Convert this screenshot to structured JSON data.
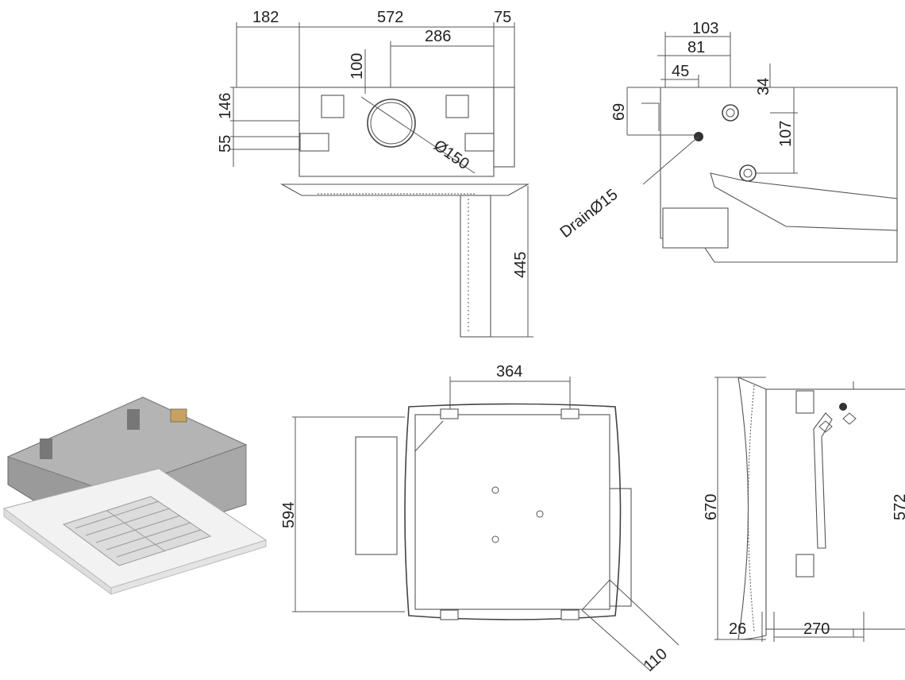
{
  "front_view": {
    "dim_left": "182",
    "dim_width": "572",
    "dim_right": "75",
    "dim_center": "286",
    "dim_duct_offset": "100",
    "dim_146": "146",
    "dim_55": "55",
    "dim_duct_diameter": "Ø150",
    "dim_height": "445"
  },
  "side_view": {
    "dim_103": "103",
    "dim_81": "81",
    "dim_45": "45",
    "dim_34": "34",
    "dim_69": "69",
    "dim_107": "107",
    "drain_label": "DrainØ15"
  },
  "top_view": {
    "dim_364": "364",
    "dim_594": "594",
    "dim_110": "110"
  },
  "end_view": {
    "dim_670": "670",
    "dim_572": "572",
    "dim_26": "26",
    "dim_270": "270"
  },
  "colors": {
    "line": "#555555",
    "panel": "#f2f2f2",
    "housing": "#9a9a9a"
  }
}
